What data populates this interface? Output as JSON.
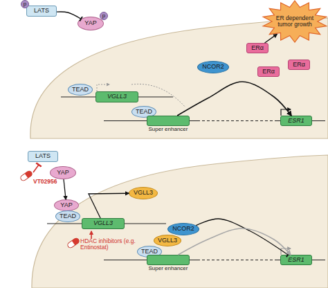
{
  "diagram": {
    "nodes": [
      {
        "text": [
          "LATS"
        ]
      },
      {
        "text": [
          "p"
        ]
      },
      {
        "text": [
          "YAP"
        ]
      },
      {
        "text": [
          "p"
        ]
      },
      {
        "text": [
          "ER dependent tumor growth"
        ]
      },
      {
        "text": [
          "NCOR2"
        ]
      },
      {
        "text": [
          "ERα"
        ]
      },
      {
        "text": [
          "ERα"
        ]
      },
      {
        "text": [
          "ERα"
        ]
      },
      {
        "text": [
          "TEAD"
        ]
      },
      {
        "text": [
          "VGLL3"
        ]
      },
      {
        "text": [
          "TEAD"
        ]
      },
      {
        "text": [
          "Super enhancer"
        ]
      },
      {
        "text": [
          "ESR1"
        ]
      },
      {
        "text": [
          "LATS"
        ]
      },
      {
        "text": [
          "YAP"
        ]
      },
      {
        "text": [
          "VGLL3"
        ]
      },
      {
        "text": [
          "YAP"
        ]
      },
      {
        "text": [
          "TEAD"
        ]
      },
      {
        "text": [
          "VGLL3"
        ]
      },
      {
        "text": [
          "NCOR2"
        ]
      },
      {
        "text": [
          "VGLL3"
        ]
      },
      {
        "text": [
          "TEAD"
        ]
      },
      {
        "text": [
          "Super enhancer"
        ]
      },
      {
        "text": [
          "ESR1"
        ]
      }
    ],
    "edges": [
      {
        "from": 0,
        "to": 2,
        "arrow": "to"
      },
      {
        "from": 6,
        "to": 4,
        "arrow": "to"
      },
      {
        "from": 12,
        "to": 13,
        "arrow": "to"
      },
      {
        "from": 15,
        "to": 17,
        "arrow": "to"
      },
      {
        "from": 19,
        "to": 16,
        "arrow": "to"
      },
      {
        "from": 20,
        "to": 24,
        "arrow": "to"
      },
      {
        "from": 23,
        "to": 24,
        "arrow": "to"
      }
    ],
    "labels": [
      "VT02956",
      "HDAC inhibitors (e.g. Entinostat)"
    ]
  }
}
